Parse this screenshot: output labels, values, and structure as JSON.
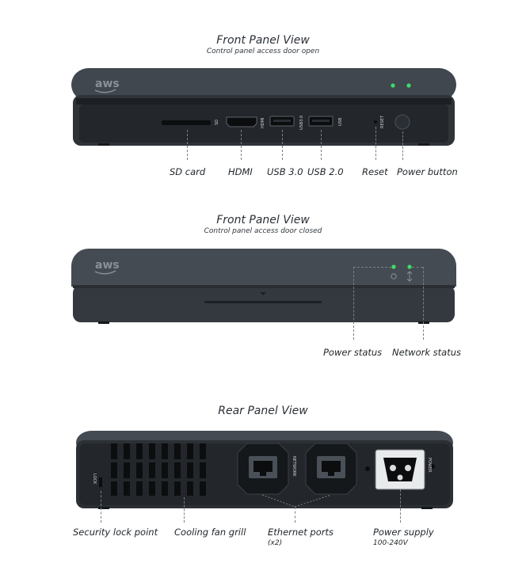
{
  "sections": {
    "front_open": {
      "title": "Front Panel View",
      "subtitle": "Control panel access door open",
      "labels": {
        "sd_card": "SD card",
        "hdmi": "HDMI",
        "usb3": "USB 3.0",
        "usb2": "USB 2.0",
        "reset": "Reset",
        "power_button": "Power button"
      },
      "port_markings": {
        "sd": "SD",
        "hdmi": "HDMI",
        "usb3": "USB3.0",
        "usb": "USB",
        "reset": "RESET"
      }
    },
    "front_closed": {
      "title": "Front Panel View",
      "subtitle": "Control panel access door closed",
      "labels": {
        "power_status": "Power status",
        "network_status": "Network status"
      }
    },
    "rear": {
      "title": "Rear Panel View",
      "labels": {
        "security_lock": "Security lock point",
        "cooling_fan": "Cooling fan grill",
        "ethernet": "Ethernet ports",
        "ethernet_count": "(x2)",
        "power_supply": "Power supply",
        "voltage": "100-240V"
      },
      "port_markings": {
        "lock": "LOCK",
        "network": "NETWORK",
        "power": "POWER"
      }
    }
  },
  "brand": {
    "logo": "aws"
  },
  "colors": {
    "device_body": "#3d4349",
    "device_top": "#454b52",
    "led_green": "#3ddc6a",
    "text": "#1f2428"
  }
}
